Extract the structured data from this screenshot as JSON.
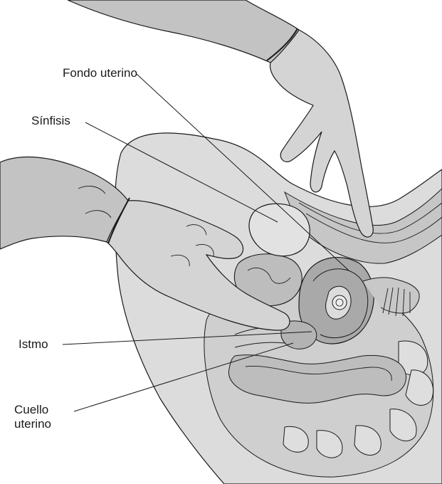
{
  "colors": {
    "background": "#ffffff",
    "outline": "#1a1a1a",
    "glove": "#d4d4d4",
    "sleeve": "#c3c3c3",
    "tissue_light": "#dcdcdc",
    "tissue_mid": "#b9b9b9",
    "tissue_dark": "#a6a6a6"
  },
  "labels": {
    "fondo_uterino": "Fondo uterino",
    "sinfisis": "Sínfisis",
    "istmo": "Istmo",
    "cuello_uterino": "Cuello\nuterino"
  }
}
